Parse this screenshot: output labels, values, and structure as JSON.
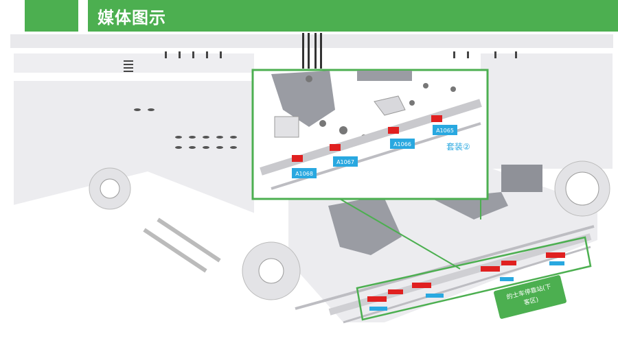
{
  "header": {
    "title": "媒体图示"
  },
  "inset": {
    "ad_slots": [
      "A1068",
      "A1067",
      "A1066",
      "A1065"
    ],
    "set_label": "套装②"
  },
  "callout": {
    "line1": "的士车停靠站(下",
    "line2": "客区)"
  },
  "colors": {
    "accent": "#4caf50",
    "ad_slot": "#29a8e0",
    "marker_red": "#e02020",
    "map_bg": "#ededf0",
    "building": "#9a9ca3"
  }
}
